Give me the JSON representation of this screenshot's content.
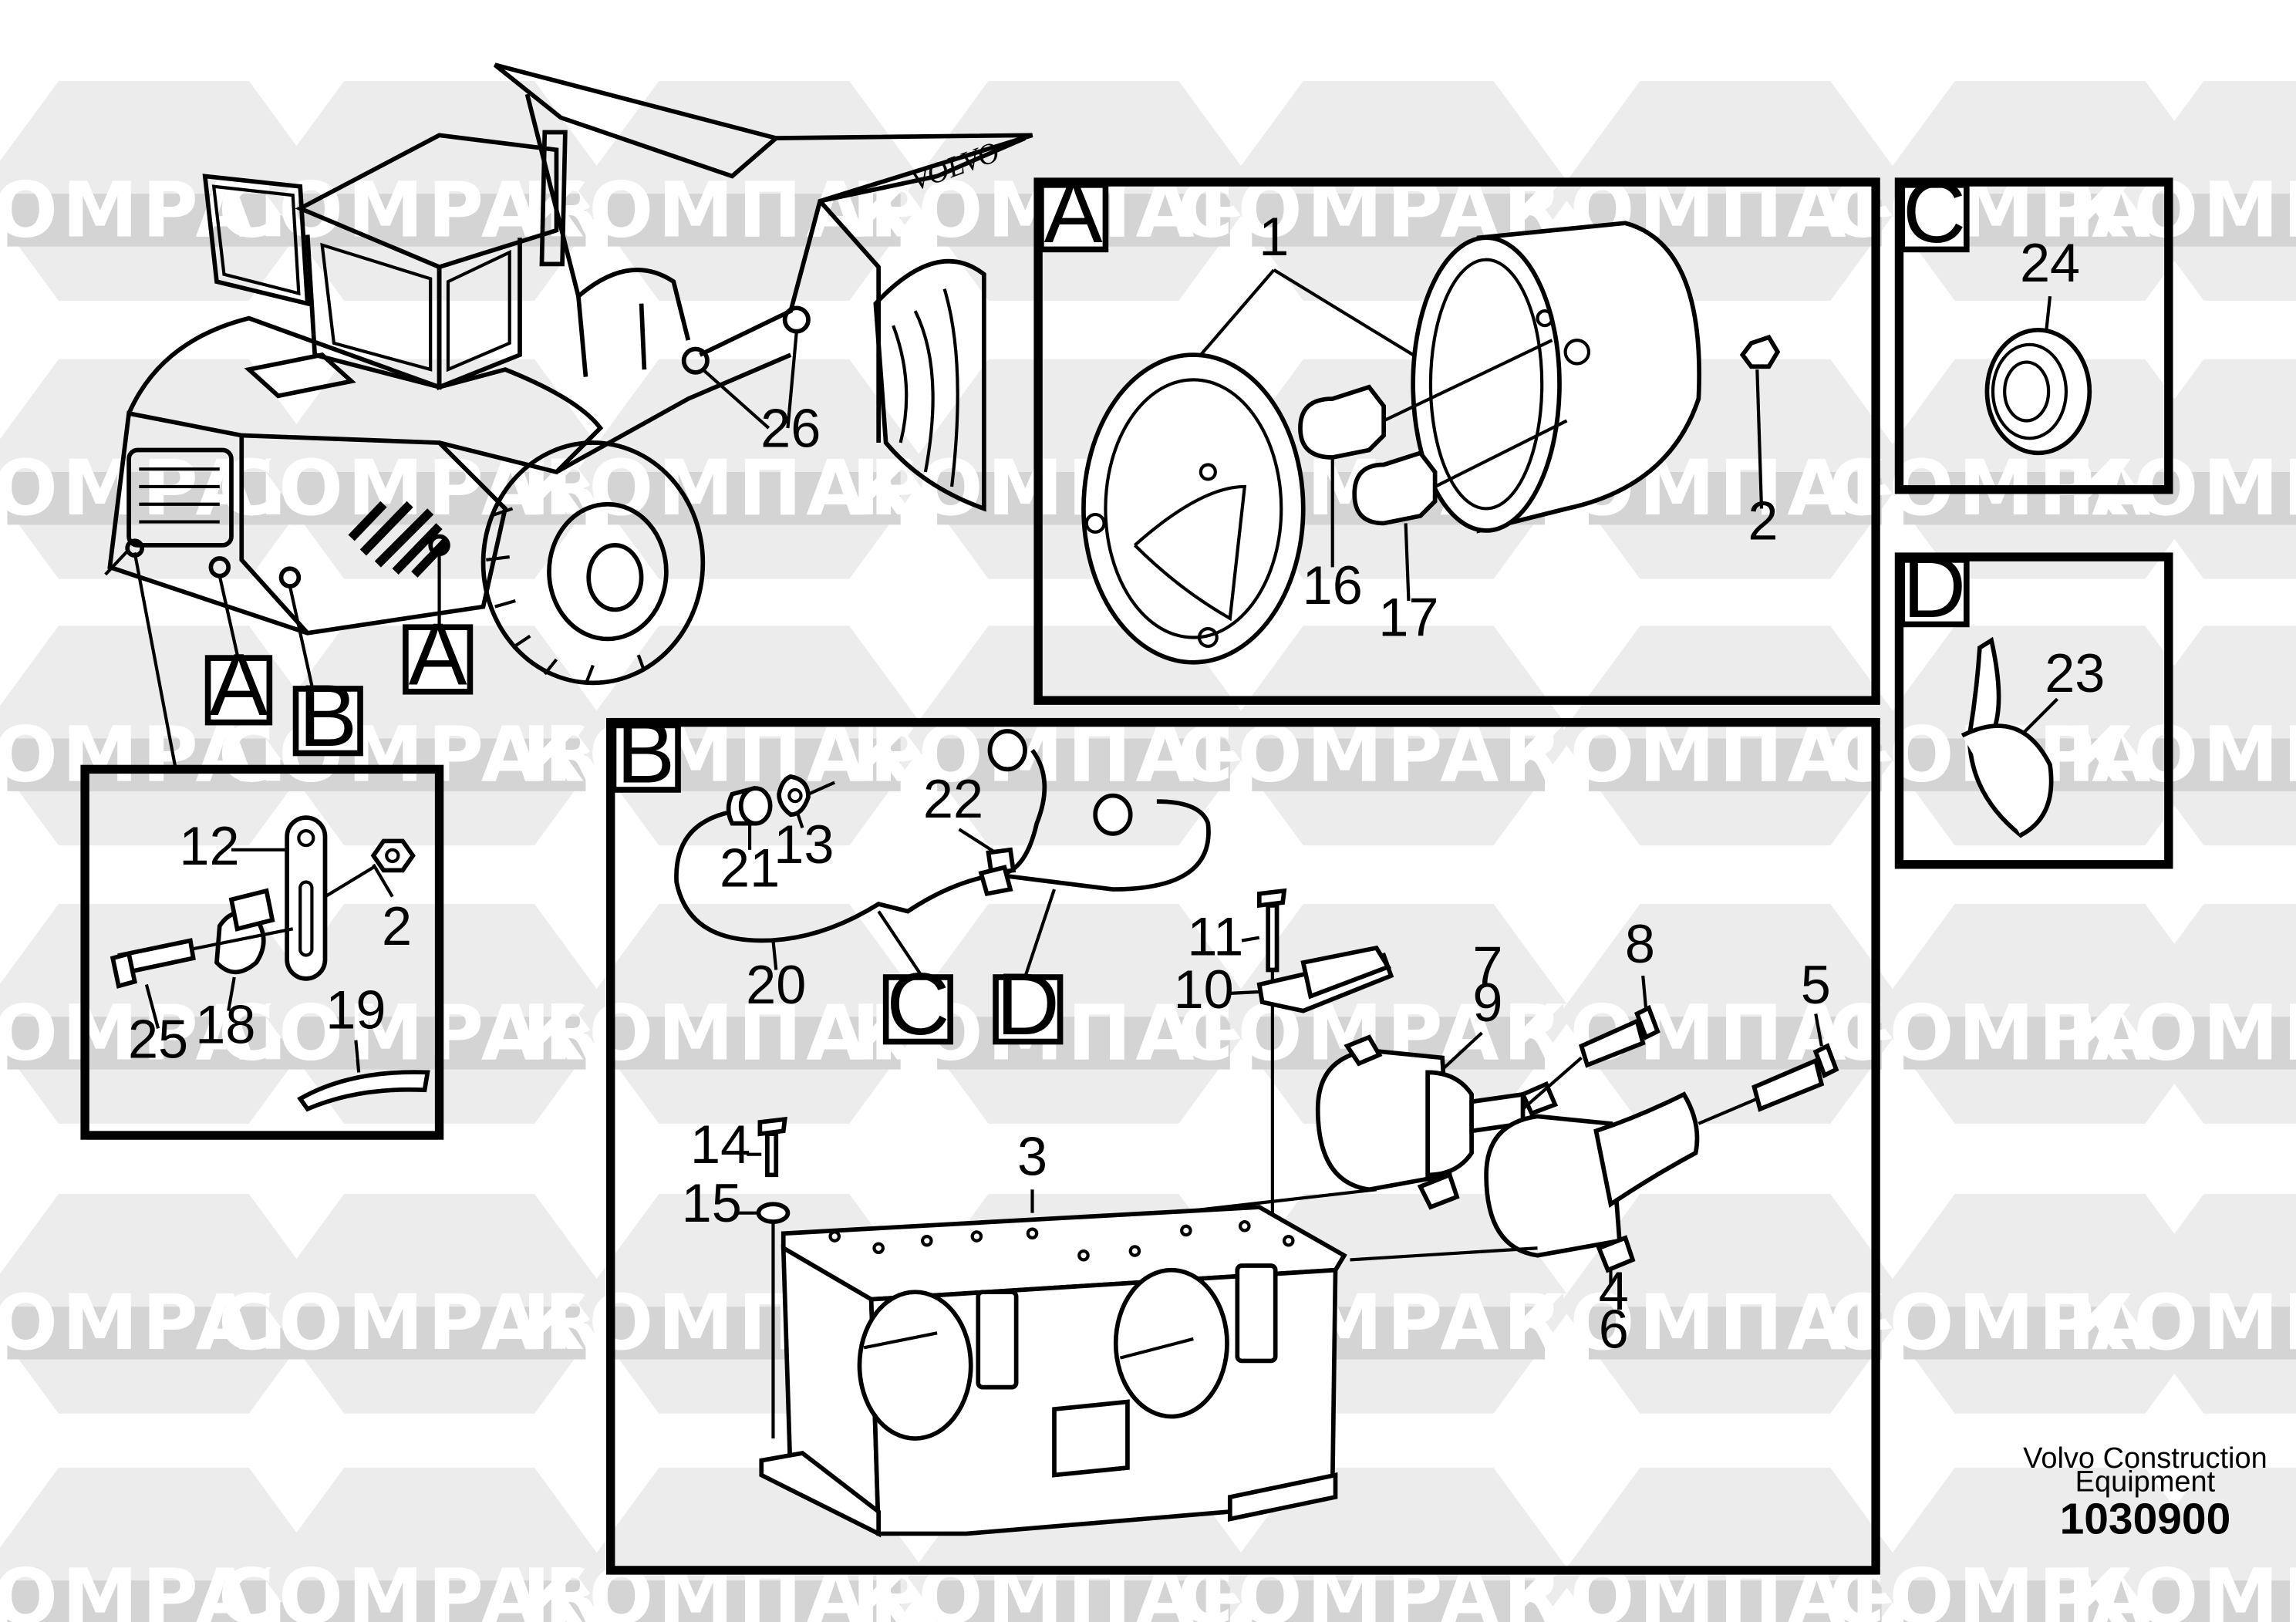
{
  "watermark": {
    "text_latin": "COMPART",
    "text_cyrillic": "КОМПАРТ",
    "band_color": "#d4d4d4"
  },
  "detail_frames": {
    "A": {
      "letter": "A"
    },
    "B": {
      "letter": "B"
    },
    "C": {
      "letter": "C"
    },
    "D": {
      "letter": "D"
    }
  },
  "callouts": {
    "hauler_a_left": "A",
    "hauler_b": "B",
    "hauler_a_right": "A",
    "frame_b_c": "C",
    "frame_b_d": "D"
  },
  "part_numbers": {
    "p1": "1",
    "p2": "2",
    "p3": "3",
    "p4": "4",
    "p5": "5",
    "p6": "6",
    "p7": "7",
    "p8": "8",
    "p9": "9",
    "p10": "10",
    "p11": "11",
    "p12": "12",
    "p13": "13",
    "p14": "14",
    "p15": "15",
    "p16": "16",
    "p17": "17",
    "p18": "18",
    "p19": "19",
    "p20": "20",
    "p21": "21",
    "p22": "22",
    "p23": "23",
    "p24": "24",
    "p25": "25",
    "p26": "26",
    "p2b": "2"
  },
  "brand_mark": "VOLVO",
  "credit": {
    "line1": "Volvo Construction",
    "line2": "Equipment",
    "drawing_number": "1030900"
  }
}
